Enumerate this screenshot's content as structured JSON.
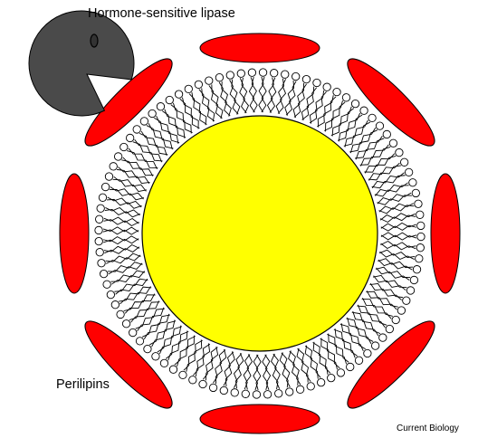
{
  "labels": {
    "enzyme": "Hormone-sensitive lipase",
    "coat_proteins": "Perilipins",
    "source": "Current Biology"
  },
  "colors": {
    "core": "#ffff00",
    "perilipin": "#ff0000",
    "lipase": "#4a4a4a",
    "outline": "#000000",
    "background": "#ffffff"
  },
  "elements": {
    "lipid_core": "neutral-lipid-core",
    "monolayer": "phospholipid-monolayer",
    "perilipin_count": 8,
    "enzyme_shape": "pacman"
  }
}
